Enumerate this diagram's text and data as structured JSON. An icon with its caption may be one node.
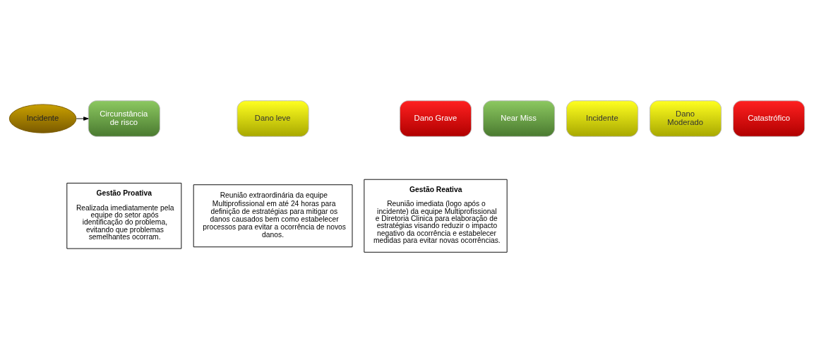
{
  "diagram": {
    "nodes": [
      {
        "text": [
          "Incidente"
        ]
      },
      {
        "text": [
          "Circunstância de risco"
        ]
      },
      {
        "text": [
          "Near Miss"
        ]
      },
      {
        "text": [
          "Incidente"
        ]
      },
      {
        "text": [
          "Dano leve"
        ]
      },
      {
        "text": [
          "Dano Moderado"
        ]
      },
      {
        "text": [
          "Dano Grave"
        ]
      },
      {
        "text": [
          "Catastrófico"
        ]
      },
      {
        "text": [
          "Gestão Proativa",
          "Realizada imediatamente pela equipe do setor após identificação do problema, evitando que problemas semelhantes ocorram."
        ]
      },
      {
        "text": [
          "Reunião extraordinária da equipe Multiprofissional em até 24 horas para definição de estratégias para mitigar os danos causados bem como estabelecer processos para evitar a ocorrência de novos danos."
        ]
      },
      {
        "text": [
          "Gestão Reativa",
          "Reunião imediata (logo após o incidente) da equipe Multiprofissional e Diretoria Clinica para elaboração de estratégias visando reduzir o impacto negativo da ocorrência e estabelecer medidas para evitar novas ocorrências."
        ]
      }
    ],
    "edges": [
      {
        "from": 0,
        "to": 1,
        "arrow": "to"
      }
    ]
  }
}
